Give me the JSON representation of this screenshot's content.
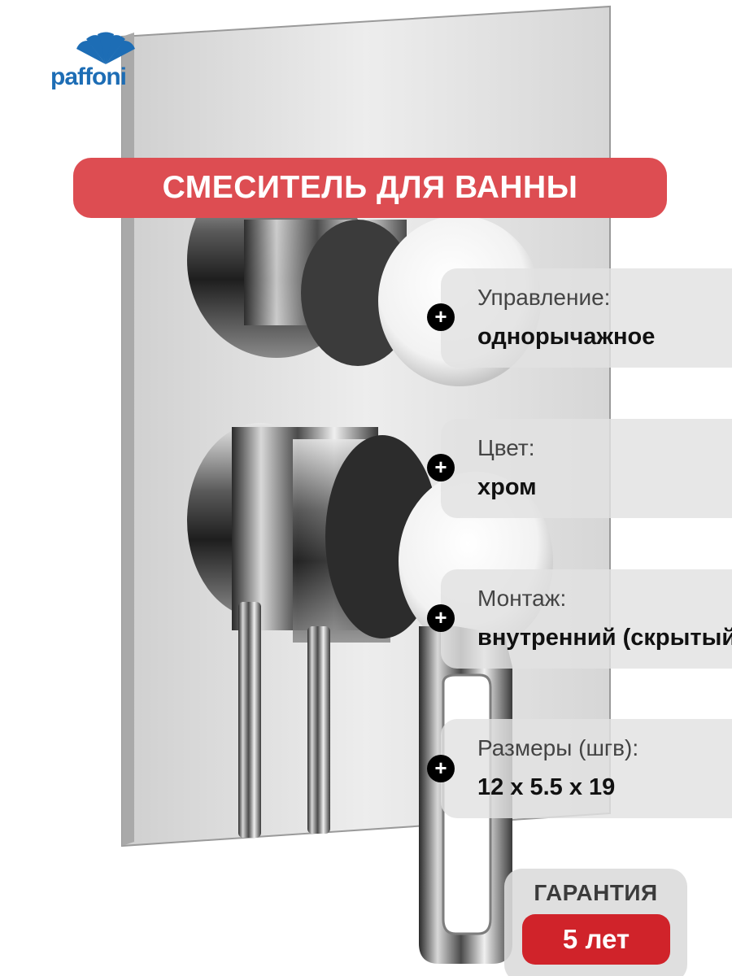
{
  "brand": {
    "logo_text": "paffoni"
  },
  "title": "СМЕСИТЕЛЬ ДЛЯ ВАННЫ",
  "specs": [
    {
      "label": "Управление:",
      "value": "однорычажное"
    },
    {
      "label": "Цвет:",
      "value": "хром"
    },
    {
      "label": "Монтаж:",
      "value": "внутренний (скрытый)"
    },
    {
      "label": "Размеры (шгв):",
      "value": "12 x 5.5 x 19"
    }
  ],
  "bullet_symbol": "+",
  "warranty": {
    "label": "ГАРАНТИЯ",
    "value": "5 лет"
  },
  "colors": {
    "banner": "#dd4d52",
    "warranty_badge": "#d0232a",
    "logo": "#1d6db5",
    "chrome": "#b8b8b8"
  },
  "icons": {
    "spec_bullet": "plus-circle-icon",
    "logo_mark": "fan-logo-icon"
  }
}
